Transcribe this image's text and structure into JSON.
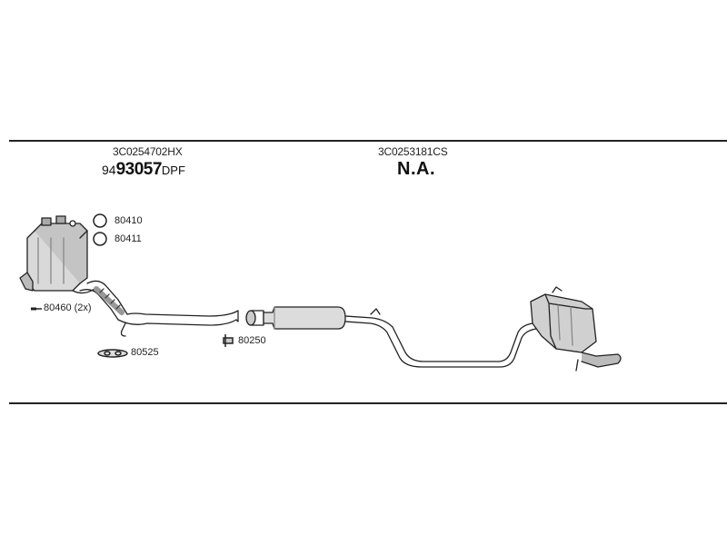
{
  "sections": [
    {
      "part_number": "3C0254702HX",
      "catalog_prefix": "94",
      "catalog_main": "93057",
      "catalog_suffix": "DPF"
    },
    {
      "part_number": "3C0253181CS",
      "status": "N.A."
    }
  ],
  "accessories": [
    {
      "id": "80410",
      "icon": "ring-icon"
    },
    {
      "id": "80411",
      "icon": "ring-icon"
    },
    {
      "id": "80460 (2x)",
      "icon": "bolt-icon"
    },
    {
      "id": "80525",
      "icon": "gasket-icon"
    },
    {
      "id": "80250",
      "icon": "clamp-icon"
    }
  ]
}
